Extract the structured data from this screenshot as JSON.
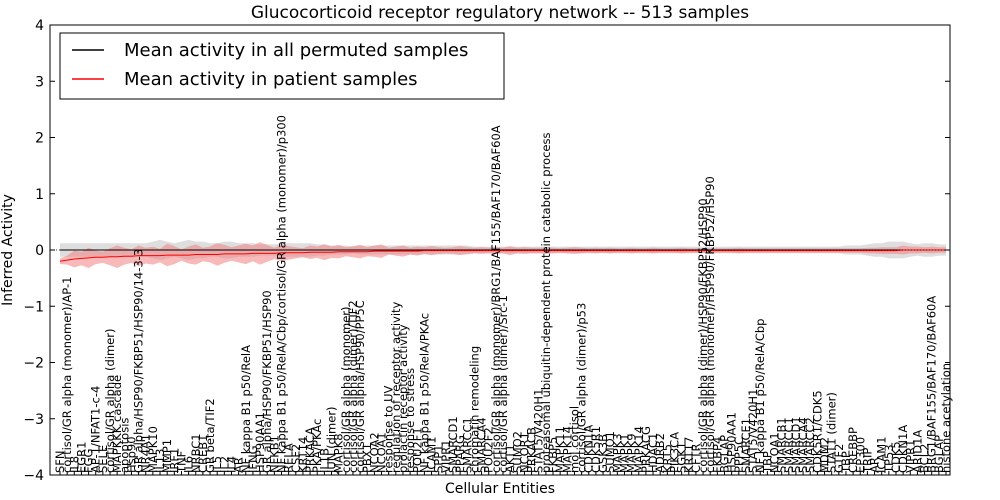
{
  "chart_data": {
    "type": "line",
    "title": "Glucocorticoid receptor regulatory network -- 513 samples",
    "xlabel": "Cellular Entities",
    "ylabel": "Inferred Activity",
    "ylim": [
      -4,
      4
    ],
    "yticks": [
      -4,
      -3,
      -2,
      -1,
      0,
      1,
      2,
      3,
      4
    ],
    "grid": false,
    "legend_position": "top-left",
    "zero_line": true,
    "categories": [
      "SFN",
      "cortisol/GR alpha (monomer)/AP-1",
      "IL8",
      "EGR1",
      "FGG",
      "AP-1/NFAT1-c-4",
      "SELE",
      "cortisol/GR alpha (dimer)",
      "MAPKKK cascade",
      "apoptosis",
      "Hsp90",
      "GR alpha/HSP90/FKBP51/HSP90/14-3-3",
      "NR4A1",
      "MAPK10",
      "IL13",
      "MMP1",
      "IRF1",
      "TNF",
      "IL6",
      "NRBC1",
      "CREB1",
      "GR beta/TIF2",
      "IL5",
      "IL2",
      "IL4",
      "AR",
      "NF kappa B1 p50/RelA",
      "IFNG",
      "HSP90AA1",
      "GR alpha/HSP90/FKBP51/HSP90",
      "NFKB1",
      "NF kappa B1 p50/RelA/Cbp/cortisol/GR alpha (monomer)/p300",
      "RELA",
      "CSF2",
      "KRT14",
      "PRKACA",
      "PKA/PKAc",
      "IL1B",
      "JUN (dimer)",
      "MAPK8",
      "cortisol/GR alpha (monomer)",
      "cortisol/GR alpha (dimer)/TIF2",
      "cortisol/GR alpha/HSP90/PP5C",
      "PBX1",
      "NCOA2",
      "NCOA1",
      "response to UV",
      "regulation of receptor activity",
      "prolactin receptor activity",
      "response to stress",
      "POU2F1",
      "NF kappa B1 p50/RelA/PKAc",
      "ICAM1",
      "SPP1",
      "VIPR1",
      "SMARCD1",
      "PPARG",
      "SMARCC1",
      "chromatin remodeling",
      "SMARCA4",
      "POU2F2",
      "cortisol/GR alpha (monomer)/BRG1/BAF155/BAF170/BAF60A",
      "cortisol/GR alpha (dimer)/Src-1",
      "AKT1",
      "SUMO2",
      "NCOR1",
      "PRKACB",
      "STAT5/V420H1",
      "proteasomal ubiquitin-dependent protein catabolic process",
      "FKBP5",
      "MAPK11",
      "MAPK14",
      "mol cortisol",
      "cortisol/GR alpha (dimer)/p53",
      "CDKN1A",
      "CDK5R1",
      "GSK3B",
      "SUMO1",
      "MAPK3",
      "MAPK1",
      "MAPK9",
      "MAPK14",
      "PRKACG",
      "HDAC1",
      "ADRB2",
      "KRT5",
      "PIK3CA",
      "SGK1",
      "KRT17",
      "CFTR",
      "cortisol/GR alpha (dimer)/HSP90/FKBP52/HSP90",
      "cortisol/GR alpha (monomer)/HSP90/FKBP52/HSP90",
      "FKBP4",
      "BGLAP",
      "HSP90AA1",
      "PPP5C",
      "SMARCE1",
      "STAT5/V420H1",
      "NF kappa B1 p50/RelA/Cbp",
      "TBP",
      "NCOA1",
      "SMARCB1",
      "SMARCC1",
      "SMARCD1",
      "SMARCA4",
      "SMARCC2",
      "CDK5R1/CDK5",
      "MDM2",
      "STAT1 (dimer)",
      "GTF2",
      "TBP",
      "CREBBP",
      "EP300",
      "TRIP",
      "AR",
      "ICAM1",
      "TP53",
      "CDK5",
      "CDKN1A",
      "VIPR1",
      "ARID1A",
      "BCL2",
      "BRG1/BAF155/BAF170/BAF60A",
      "BGLAP",
      "histone acetylation"
    ],
    "series": [
      {
        "name": "Mean activity in all permuted samples",
        "color": "#000000",
        "band_color": "#c8c8c8",
        "values": [
          0.0,
          0.0,
          0.0,
          0.0,
          0.0,
          0.0,
          0.0,
          0.0,
          0.0,
          0.0,
          0.0,
          0.0,
          0.0,
          0.0,
          0.0,
          0.0,
          0.0,
          0.0,
          0.0,
          0.0,
          0.0,
          0.0,
          0.0,
          0.0,
          0.0,
          0.0,
          0.0,
          0.0,
          0.0,
          0.0,
          0.0,
          0.0,
          0.0,
          0.0,
          0.0,
          0.0,
          0.0,
          0.0,
          0.0,
          0.0,
          0.0,
          0.0,
          0.0,
          0.0,
          0.0,
          0.0,
          0.0,
          0.0,
          0.0,
          0.0,
          0.0,
          0.0,
          0.0,
          0.0,
          0.0,
          0.0,
          0.0,
          0.0,
          0.0,
          0.0,
          0.0,
          0.0,
          0.0,
          0.0,
          0.0,
          0.0,
          0.0,
          0.0,
          0.0,
          0.0,
          0.0,
          0.0,
          0.0,
          0.0,
          0.0,
          0.0,
          0.0,
          0.0,
          0.0,
          0.0,
          0.0,
          0.0,
          0.0,
          0.0,
          0.0,
          0.0,
          0.0,
          0.0,
          0.0,
          0.0,
          0.0,
          0.0,
          0.0,
          0.0,
          0.0,
          0.0,
          0.0,
          0.0,
          0.0,
          0.0,
          0.0,
          0.0,
          0.0,
          0.0,
          0.0,
          0.0,
          0.0,
          0.0,
          0.0,
          0.0,
          0.0,
          0.0,
          0.0,
          0.0,
          0.0,
          0.0,
          0.0,
          0.0,
          0.0,
          0.0,
          0.0,
          0.0,
          0.0,
          0.0,
          0.0
        ],
        "band": [
          0.12,
          0.12,
          0.12,
          0.12,
          0.12,
          0.12,
          0.12,
          0.12,
          0.12,
          0.12,
          0.12,
          0.12,
          0.12,
          0.15,
          0.18,
          0.15,
          0.12,
          0.15,
          0.18,
          0.15,
          0.15,
          0.12,
          0.12,
          0.15,
          0.15,
          0.12,
          0.12,
          0.12,
          0.1,
          0.1,
          0.1,
          0.12,
          0.12,
          0.12,
          0.12,
          0.12,
          0.1,
          0.1,
          0.08,
          0.08,
          0.08,
          0.06,
          0.08,
          0.08,
          0.08,
          0.08,
          0.08,
          0.08,
          0.08,
          0.08,
          0.08,
          0.08,
          0.08,
          0.08,
          0.08,
          0.08,
          0.08,
          0.08,
          0.06,
          0.06,
          0.06,
          0.06,
          0.06,
          0.06,
          0.06,
          0.06,
          0.06,
          0.06,
          0.06,
          0.06,
          0.06,
          0.06,
          0.06,
          0.06,
          0.06,
          0.06,
          0.06,
          0.06,
          0.06,
          0.06,
          0.06,
          0.06,
          0.06,
          0.06,
          0.06,
          0.06,
          0.06,
          0.06,
          0.06,
          0.06,
          0.06,
          0.06,
          0.06,
          0.06,
          0.06,
          0.06,
          0.06,
          0.06,
          0.06,
          0.06,
          0.06,
          0.06,
          0.06,
          0.06,
          0.06,
          0.06,
          0.06,
          0.06,
          0.06,
          0.06,
          0.08,
          0.08,
          0.08,
          0.1,
          0.12,
          0.12,
          0.15,
          0.15,
          0.15,
          0.12,
          0.1,
          0.12,
          0.12,
          0.1,
          0.1
        ]
      },
      {
        "name": "Mean activity in patient samples",
        "color": "#ff0000",
        "band_color": "#f08080",
        "values": [
          -0.2,
          -0.18,
          -0.16,
          -0.15,
          -0.14,
          -0.13,
          -0.13,
          -0.12,
          -0.12,
          -0.11,
          -0.11,
          -0.1,
          -0.1,
          -0.1,
          -0.1,
          -0.09,
          -0.09,
          -0.09,
          -0.09,
          -0.08,
          -0.08,
          -0.08,
          -0.08,
          -0.07,
          -0.07,
          -0.07,
          -0.07,
          -0.06,
          -0.06,
          -0.06,
          -0.06,
          -0.05,
          -0.05,
          -0.05,
          -0.05,
          -0.04,
          -0.04,
          -0.04,
          -0.04,
          -0.03,
          -0.03,
          -0.03,
          -0.03,
          -0.03,
          -0.02,
          -0.02,
          -0.02,
          -0.02,
          -0.02,
          -0.02,
          -0.02,
          -0.01,
          -0.01,
          -0.01,
          -0.01,
          -0.01,
          -0.01,
          -0.01,
          -0.01,
          -0.01,
          -0.01,
          -0.01,
          -0.01,
          -0.01,
          -0.01,
          -0.01,
          -0.01,
          -0.01,
          -0.01,
          -0.01,
          -0.01,
          -0.01,
          -0.01,
          -0.01,
          -0.01,
          -0.01,
          -0.01,
          -0.01,
          -0.01,
          -0.01,
          -0.01,
          -0.01,
          -0.01,
          -0.01,
          -0.01,
          -0.01,
          -0.01,
          -0.01,
          -0.01,
          -0.01,
          -0.01,
          -0.01,
          -0.01,
          -0.01,
          -0.01,
          -0.01,
          -0.01,
          -0.01,
          -0.01,
          -0.01,
          -0.01,
          -0.01,
          -0.01,
          -0.01,
          -0.01,
          -0.01,
          -0.01,
          -0.01,
          -0.01,
          -0.01,
          -0.01,
          -0.01,
          -0.01,
          -0.01,
          -0.01,
          -0.01,
          -0.01,
          -0.01,
          0.0,
          0.0,
          0.0,
          0.0,
          0.0,
          0.0,
          0.0
        ],
        "band": [
          0.05,
          0.08,
          0.15,
          0.12,
          0.18,
          0.12,
          0.1,
          0.15,
          0.2,
          0.15,
          0.12,
          0.18,
          0.14,
          0.16,
          0.12,
          0.2,
          0.16,
          0.1,
          0.15,
          0.18,
          0.12,
          0.14,
          0.2,
          0.16,
          0.12,
          0.15,
          0.18,
          0.14,
          0.2,
          0.15,
          0.1,
          0.15,
          0.12,
          0.1,
          0.08,
          0.12,
          0.1,
          0.14,
          0.1,
          0.12,
          0.08,
          0.1,
          0.12,
          0.08,
          0.1,
          0.12,
          0.06,
          0.08,
          0.1,
          0.06,
          0.08,
          0.06,
          0.08,
          0.06,
          0.05,
          0.06,
          0.08,
          0.06,
          0.05,
          0.06,
          0.05,
          0.06,
          0.05,
          0.08,
          0.05,
          0.06,
          0.05,
          0.05,
          0.06,
          0.05,
          0.04,
          0.05,
          0.06,
          0.05,
          0.04,
          0.05,
          0.04,
          0.05,
          0.04,
          0.04,
          0.05,
          0.04,
          0.04,
          0.05,
          0.04,
          0.04,
          0.04,
          0.05,
          0.04,
          0.04,
          0.04,
          0.04,
          0.04,
          0.04,
          0.04,
          0.05,
          0.04,
          0.04,
          0.04,
          0.04,
          0.04,
          0.04,
          0.04,
          0.04,
          0.04,
          0.04,
          0.04,
          0.04,
          0.04,
          0.04,
          0.04,
          0.04,
          0.04,
          0.05,
          0.05,
          0.06,
          0.06,
          0.06,
          0.08,
          0.06,
          0.06,
          0.05,
          0.06,
          0.05,
          0.05
        ]
      }
    ]
  }
}
